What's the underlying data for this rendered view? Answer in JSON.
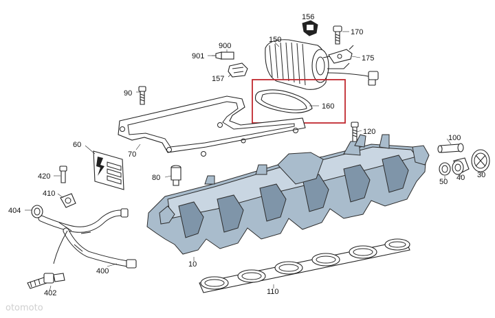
{
  "highlight_color": "#c0262d",
  "watermark": "otomoto",
  "parts": [
    {
      "id": "p156",
      "label": "156"
    },
    {
      "id": "p170",
      "label": "170"
    },
    {
      "id": "p150",
      "label": "150"
    },
    {
      "id": "p900",
      "label": "900"
    },
    {
      "id": "p901",
      "label": "901"
    },
    {
      "id": "p175",
      "label": "175"
    },
    {
      "id": "p157",
      "label": "157"
    },
    {
      "id": "p90",
      "label": "90"
    },
    {
      "id": "p160",
      "label": "160"
    },
    {
      "id": "p120",
      "label": "120"
    },
    {
      "id": "p60",
      "label": "60"
    },
    {
      "id": "p70",
      "label": "70"
    },
    {
      "id": "p100",
      "label": "100"
    },
    {
      "id": "p420",
      "label": "420"
    },
    {
      "id": "p80",
      "label": "80"
    },
    {
      "id": "p50",
      "label": "50"
    },
    {
      "id": "p40",
      "label": "40"
    },
    {
      "id": "p30",
      "label": "30"
    },
    {
      "id": "p410",
      "label": "410"
    },
    {
      "id": "p404",
      "label": "404"
    },
    {
      "id": "p10",
      "label": "10"
    },
    {
      "id": "p400",
      "label": "400"
    },
    {
      "id": "p402",
      "label": "402"
    },
    {
      "id": "p110",
      "label": "110"
    }
  ]
}
